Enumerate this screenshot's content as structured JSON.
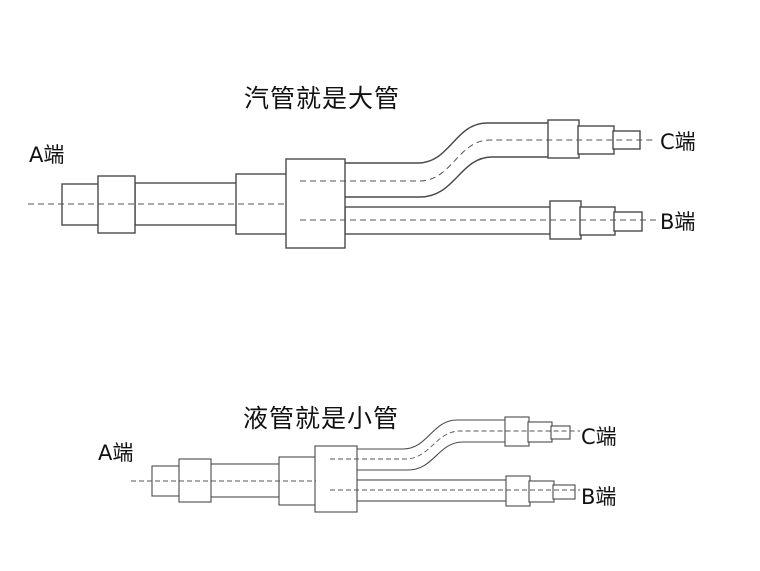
{
  "diagrams": [
    {
      "title": "汽管就是大管",
      "labels": {
        "a_end": "A端",
        "b_end": "B端",
        "c_end": "C端"
      }
    },
    {
      "title": "液管就是小管",
      "labels": {
        "a_end": "A端",
        "b_end": "B端",
        "c_end": "C端"
      }
    }
  ]
}
